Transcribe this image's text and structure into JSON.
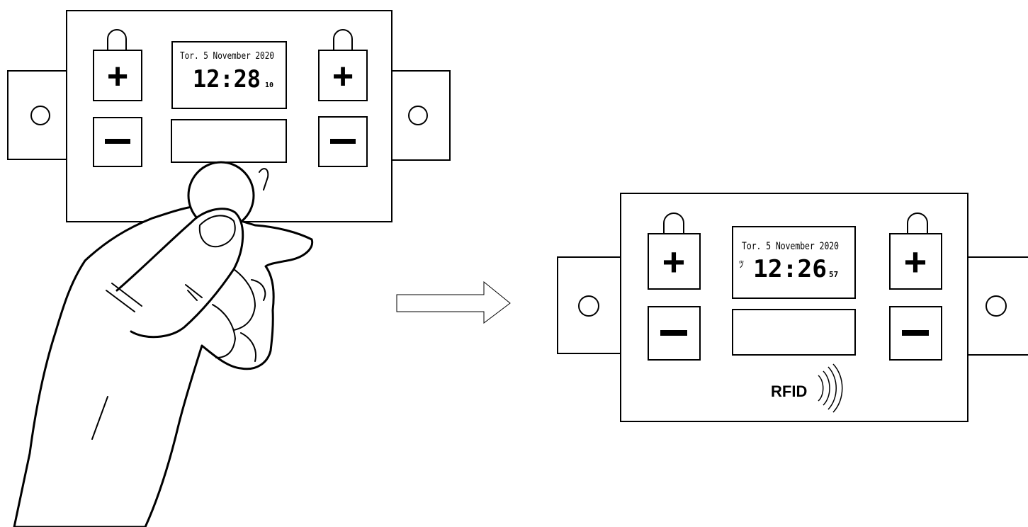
{
  "left_device": {
    "date": "Tor. 5 November 2020",
    "time": "12:28",
    "seconds": "10",
    "buttons": {
      "plus": "+",
      "minus": "−"
    }
  },
  "right_device": {
    "date": "Tor. 5 November 2020",
    "status_glyph": "ﾂ",
    "time": "12:26",
    "seconds": "57",
    "buttons": {
      "plus": "+",
      "minus": "−"
    },
    "rfid_label": "RFID"
  },
  "icons": [
    "hand-icon",
    "rfid-key-fob-icon",
    "arrow-right-icon",
    "rfid-waves-icon",
    "led-icon",
    "mounting-hole-icon"
  ],
  "colors": {
    "ink": "#000000",
    "paper": "#ffffff"
  }
}
